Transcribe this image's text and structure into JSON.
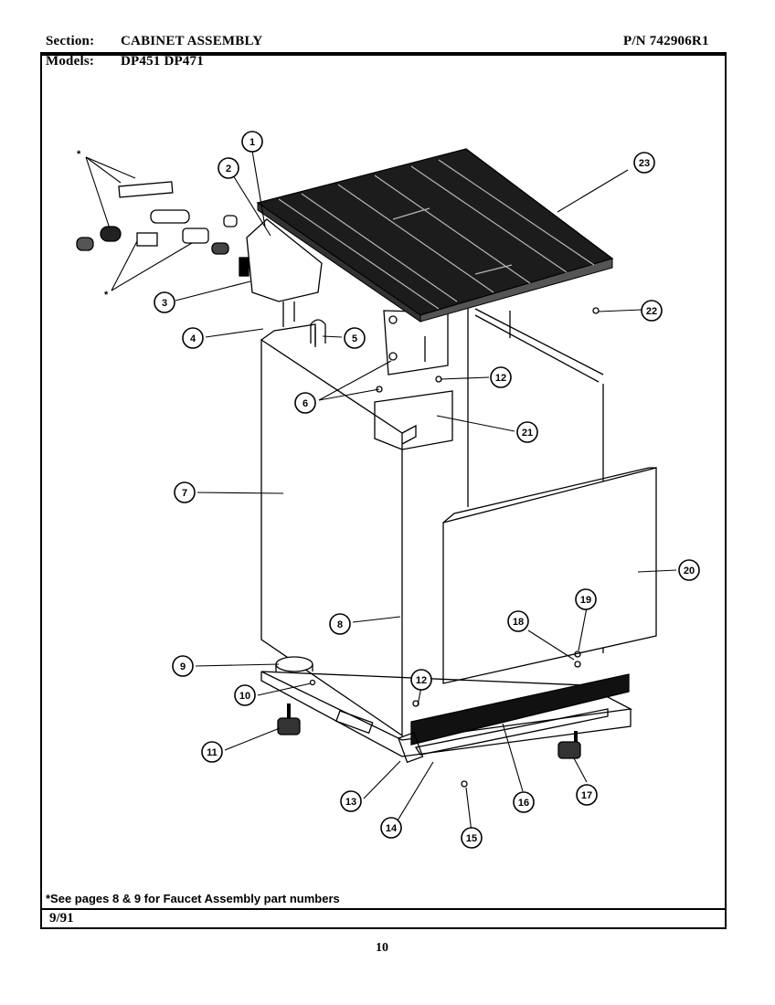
{
  "header": {
    "section_label": "Section:",
    "section_value": "CABINET ASSEMBLY",
    "part_number": "P/N 742906R1",
    "models_label": "Models:",
    "models_value": "DP451  DP471"
  },
  "diagram": {
    "asterisk": "*",
    "callouts": [
      "1",
      "2",
      "3",
      "4",
      "5",
      "6",
      "7",
      "8",
      "9",
      "10",
      "11",
      "12",
      "12",
      "13",
      "14",
      "15",
      "16",
      "17",
      "18",
      "19",
      "20",
      "21",
      "22",
      "23"
    ]
  },
  "footer": {
    "note": "*See pages 8 & 9 for Faucet Assembly part numbers",
    "date": "9/91",
    "page_number": "10"
  }
}
